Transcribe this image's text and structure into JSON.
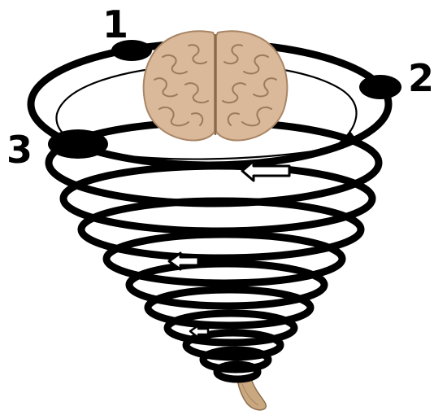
{
  "labels": {
    "one": "1",
    "two": "2",
    "three": "3"
  },
  "colors": {
    "ink": "#000000",
    "paper": "#ffffff",
    "brain_base": "#d9b99a",
    "brain_shadow": "#b08e6d",
    "spinal_cord": "#c9a77f"
  },
  "icons": {
    "brain": "brain-illustration",
    "spinal_cord": "spinal-cord-illustration",
    "arrows": "flow-arrow-icon"
  }
}
